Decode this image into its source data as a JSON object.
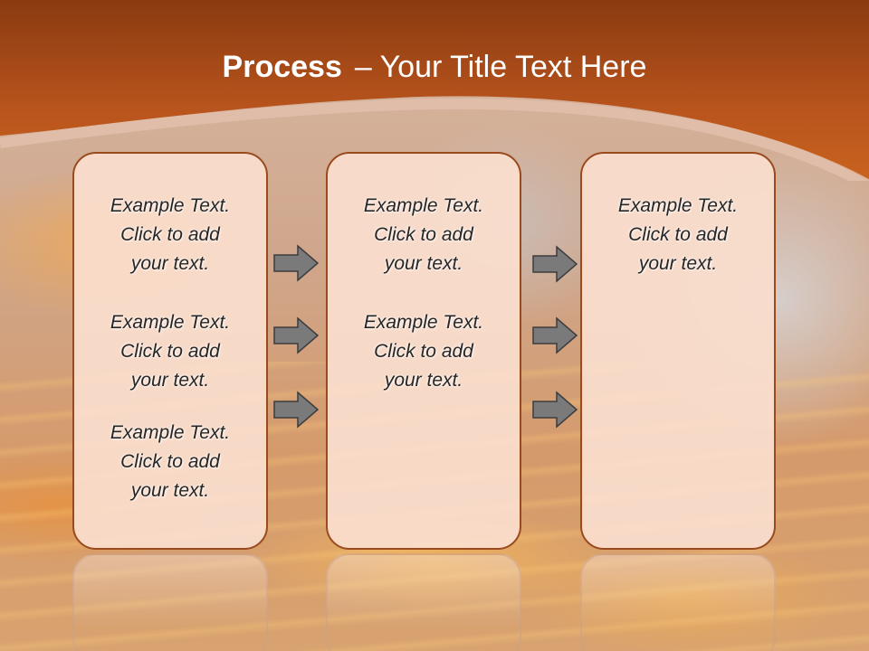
{
  "slide": {
    "title_strong": "Process",
    "title_rest": "– Your Title Text Here",
    "colors": {
      "header": "#b8541d",
      "panel_fill": "#fadece",
      "panel_border": "#9a4a1d",
      "arrow_fill": "#7a7a7a"
    },
    "panels": [
      {
        "blocks": [
          {
            "line1": "Example Text.",
            "line2": "Click  to add",
            "line3": "your text."
          },
          {
            "line1": "Example Text.",
            "line2": "Click  to add",
            "line3": "your text."
          },
          {
            "line1": "Example Text.",
            "line2": "Click  to add",
            "line3": "your text."
          }
        ]
      },
      {
        "blocks": [
          {
            "line1": "Example Text.",
            "line2": "Click  to add",
            "line3": "your text."
          },
          {
            "line1": "Example Text.",
            "line2": "Click  to add",
            "line3": "your text."
          }
        ]
      },
      {
        "blocks": [
          {
            "line1": "Example Text.",
            "line2": "Click  to add",
            "line3": "your text."
          }
        ]
      }
    ],
    "arrow_icon": "right-arrow-icon"
  }
}
